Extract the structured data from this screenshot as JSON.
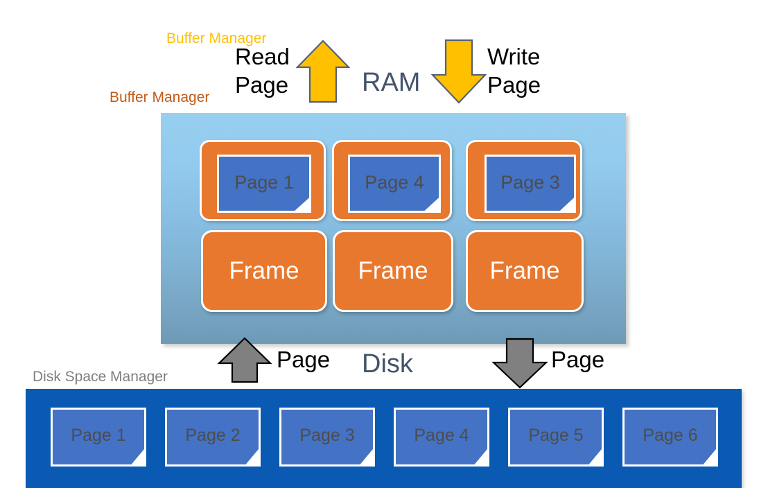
{
  "diagram": {
    "title_labels": {
      "buffer_manager_gold": "Buffer Manager",
      "buffer_manager_orange": "Buffer Manager",
      "disk_space_manager": "Disk Space Manager",
      "ram": "RAM",
      "disk": "Disk"
    },
    "operations": {
      "read_page_line1": "Read",
      "read_page_line2": "Page",
      "write_page_line1": "Write",
      "write_page_line2": "Page",
      "disk_read_label": "Page",
      "disk_write_label": "Page"
    },
    "buffer_pool": {
      "pages": [
        {
          "label": "Page 1"
        },
        {
          "label": "Page 4"
        },
        {
          "label": "Page 3"
        }
      ],
      "frames": [
        {
          "label": "Frame"
        },
        {
          "label": "Frame"
        },
        {
          "label": "Frame"
        }
      ]
    },
    "disk": {
      "pages": [
        {
          "label": "Page 1"
        },
        {
          "label": "Page 2"
        },
        {
          "label": "Page 3"
        },
        {
          "label": "Page 4"
        },
        {
          "label": "Page 5"
        },
        {
          "label": "Page 6"
        }
      ]
    },
    "icons": {
      "read_arrow": "arrow-up-icon",
      "write_arrow": "arrow-down-icon",
      "disk_read_arrow": "arrow-up-icon",
      "disk_write_arrow": "arrow-down-icon"
    },
    "colors": {
      "gold": "#FFC000",
      "burnt_orange": "#C55A11",
      "frame_orange": "#E8782D",
      "page_blue": "#4472C4",
      "disk_blue": "#0A59B3",
      "ram_gradient_top": "#98CFF0",
      "ram_gradient_bottom": "#6E9AB6",
      "slate_text": "#44546A",
      "gray_arrow": "#808080",
      "gray_text": "#7F7F7F"
    }
  }
}
